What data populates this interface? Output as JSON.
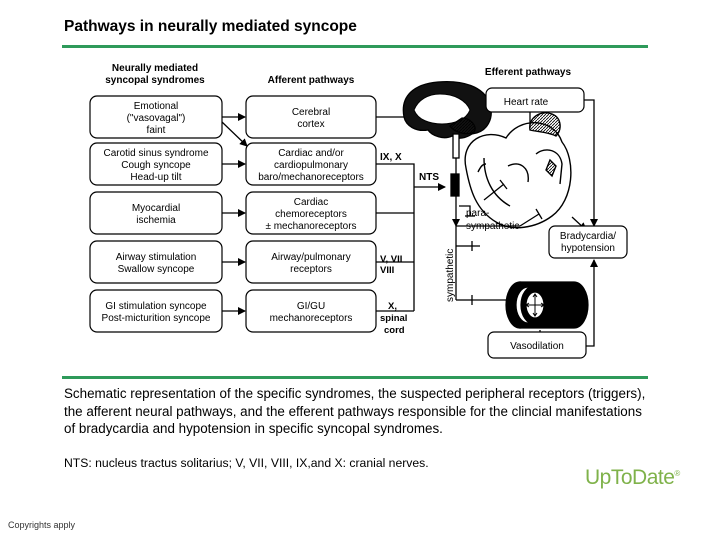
{
  "title": "Pathways in neurally mediated syncope",
  "columns": {
    "syndromes_line1": "Neurally mediated",
    "syndromes_line2": "syncopal syndromes",
    "afferent": "Afferent pathways",
    "efferent": "Efferent pathways"
  },
  "syndromes": [
    [
      "Emotional",
      "(\"vasovagal\")",
      "faint"
    ],
    [
      "Carotid sinus syndrome",
      "Cough syncope",
      "Head-up tilt"
    ],
    [
      "Myocardial",
      "ischemia"
    ],
    [
      "Airway stimulation",
      "Swallow syncope"
    ],
    [
      "GI stimulation syncope",
      "Post-micturition syncope"
    ]
  ],
  "afferents": [
    [
      "Cerebral",
      "cortex"
    ],
    [
      "Cardiac and/or",
      "cardiopulmonary",
      "baro/mechanoreceptors"
    ],
    [
      "Cardiac",
      "chemoreceptors",
      "± mechanoreceptors"
    ],
    [
      "Airway/pulmonary",
      "receptors"
    ],
    [
      "GI/GU",
      "mechanoreceptors"
    ]
  ],
  "nerves": {
    "ix_x": "IX, X",
    "v_vii": "V, VII",
    "viii": "VIII",
    "x": "X,",
    "spinal": "spinal",
    "cord": "cord"
  },
  "nts": "NTS",
  "para_line1": "para-",
  "para_line2": "sympathetic",
  "sympathetic": "sympathetic",
  "heart_rate": "Heart rate",
  "brady_line1": "Bradycardia/",
  "brady_line2": "hypotension",
  "vasodilation": "Vasodilation",
  "caption": "Schematic representation of the specific syndromes, the suspected peripheral receptors (triggers), the afferent neural pathways, and the efferent pathways responsible for the clincial manifestations of bradycardia and hypotension in specific syncopal syndromes.",
  "note": "NTS: nucleus tractus solitarius; V, VII, VIII, IX,and X: cranial nerves.",
  "logo": "UpToDate",
  "logo_mark": "®",
  "copyright": "Copyrights apply",
  "colors": {
    "rule": "#2e9a5a",
    "logo": "#7fb24a"
  }
}
